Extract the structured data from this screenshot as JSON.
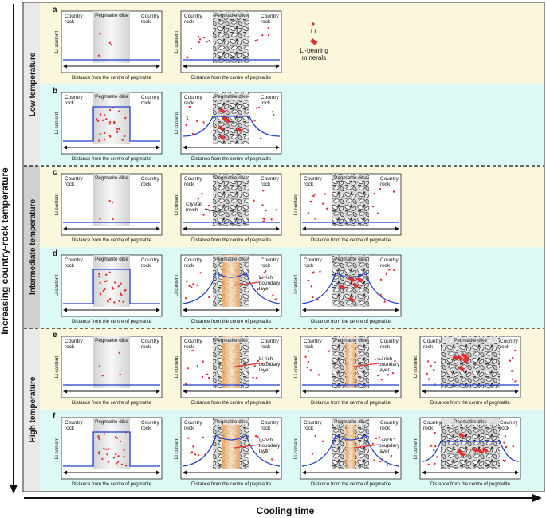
{
  "axis_labels": {
    "y": "Increasing country-rock temperature",
    "x": "Cooling time"
  },
  "sections": {
    "low": "Low temperature",
    "intermediate": "Intermediate temperature",
    "high": "High temperature"
  },
  "panel_text": {
    "country_rock_line1": "Country",
    "country_rock_line2": "rock",
    "dike": "Pegmatite dike",
    "li_content": "Li content",
    "distance": "Distance from the centre of pegmatite",
    "boundary_line1": "Li-rich",
    "boundary_line2": "boundary",
    "boundary_line3": "layer",
    "crystal_line1": "Crystal",
    "crystal_line2": "mush"
  },
  "legend": {
    "li": "Li",
    "minerals_line1": "Li-bearing",
    "minerals_line2": "minerals"
  },
  "row_letters": [
    "a",
    "b",
    "c",
    "d",
    "e",
    "f"
  ],
  "colors": {
    "row_odd": "#fbf7dc",
    "row_even": "#dcf9f6",
    "li_dot": "#e03030",
    "curve": "#1f3fcf",
    "mineral": "#e03030",
    "boundary": "#f08a3a"
  }
}
